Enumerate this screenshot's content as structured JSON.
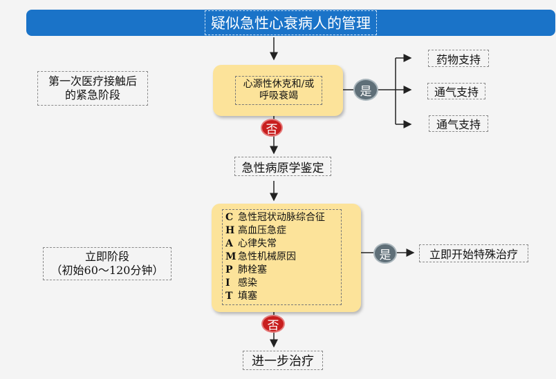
{
  "title": "疑似急性心衰病人的管理",
  "left_labels": {
    "phase1_line1": "第一次医疗接触后",
    "phase1_line2": "的紧急阶段",
    "phase2_line1": "立即阶段",
    "phase2_line2": "（初始60～120分钟）"
  },
  "box1": {
    "line1": "心源性休克和/或",
    "line2": "呼吸衰竭"
  },
  "yes_label": "是",
  "no_label": "否",
  "support_items": [
    "药物支持",
    "通气支持",
    "通气支持"
  ],
  "etiology": "急性病原学鉴定",
  "causes": [
    {
      "letter": "C",
      "text": "急性冠状动脉综合征"
    },
    {
      "letter": "H",
      "text": "高血压急症"
    },
    {
      "letter": "A",
      "text": "心律失常"
    },
    {
      "letter": "M",
      "text": "急性机械原因"
    },
    {
      "letter": "P",
      "text": "肺栓塞"
    },
    {
      "letter": "I",
      "text": "感染"
    },
    {
      "letter": "T",
      "text": "填塞"
    }
  ],
  "specific_therapy": "立即开始特殊治疗",
  "further": "进一步治疗",
  "colors": {
    "title_bar": "#1a73c8",
    "decision_box": "#fce39a",
    "yes_circle": "#5f6f78",
    "no_circle": "#c81e1e"
  }
}
